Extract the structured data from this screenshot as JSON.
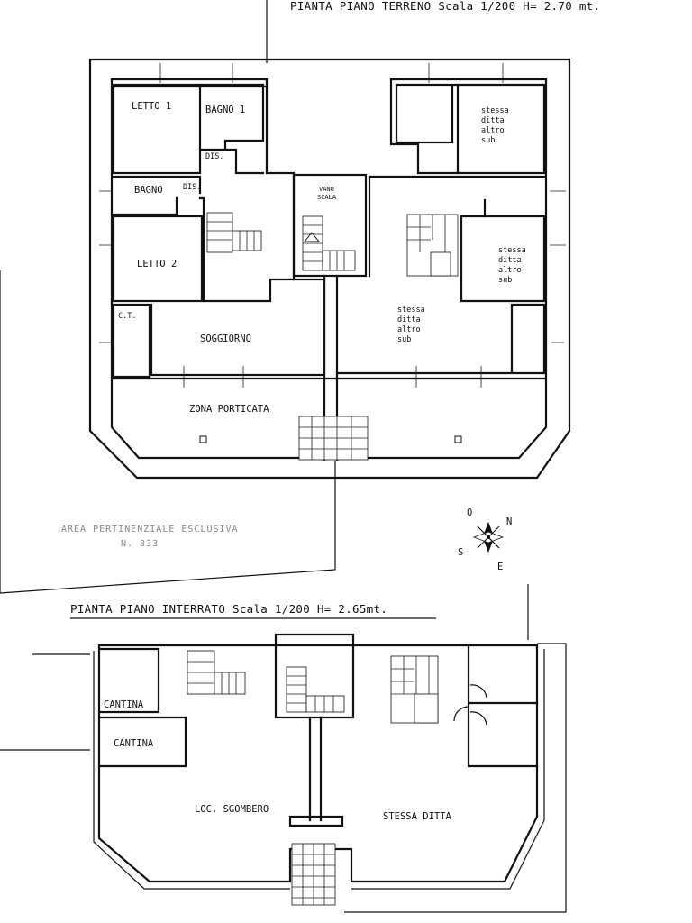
{
  "titles": {
    "ground_floor": "PIANTA PIANO TERRENO   Scala 1/200 H= 2.70 mt.",
    "basement": "PIANTA PIANO INTERRATO   Scala 1/200 H= 2.65mt."
  },
  "ground_floor": {
    "letto1": "LETTO 1",
    "bagno1": "BAGNO 1",
    "dis_upper": "DIS.",
    "bagno": "BAGNO",
    "dis_lower": "DIS.",
    "letto2": "LETTO 2",
    "ct": "C.T.",
    "soggiorno": "SOGGIORNO",
    "vano_scala": [
      "VANO",
      "SCALA"
    ],
    "stessa_ditta_top": [
      "stessa",
      "ditta",
      "altro",
      "sub"
    ],
    "stessa_ditta_right": [
      "stessa",
      "ditta",
      "altro",
      "sub"
    ],
    "stessa_ditta_center": [
      "stessa",
      "ditta",
      "altro",
      "sub"
    ],
    "zona_porticata": "ZONA PORTICATA"
  },
  "area_note": {
    "line1": "AREA PERTINENZIALE ESCLUSIVA",
    "line2": "N. 833"
  },
  "compass": {
    "n": "N",
    "o": "O",
    "s": "S",
    "e": "E"
  },
  "basement": {
    "cantina1": "CANTINA",
    "cantina2": "CANTINA",
    "loc_sgombero": "LOC. SGOMBERO",
    "stessa_ditta": "STESSA DITTA"
  }
}
